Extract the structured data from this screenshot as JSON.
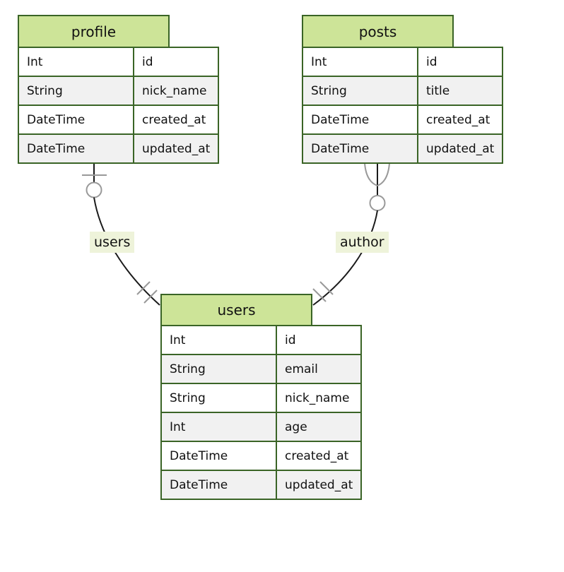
{
  "colors": {
    "entity_header_fill": "#cde498",
    "entity_border": "#3a6426",
    "row_fill": "#ffffff",
    "row_alt_fill": "#f1f1f1",
    "relationship_line": "#1a1a1a",
    "cardinality_marker": "#999999",
    "relationship_label_bg": "#eef3da",
    "text": "#111111"
  },
  "diagram": {
    "entities": [
      {
        "name": "profile",
        "attributes": [
          {
            "type": "Int",
            "name": "id"
          },
          {
            "type": "String",
            "name": "nick_name"
          },
          {
            "type": "DateTime",
            "name": "created_at"
          },
          {
            "type": "DateTime",
            "name": "updated_at"
          }
        ]
      },
      {
        "name": "posts",
        "attributes": [
          {
            "type": "Int",
            "name": "id"
          },
          {
            "type": "String",
            "name": "title"
          },
          {
            "type": "DateTime",
            "name": "created_at"
          },
          {
            "type": "DateTime",
            "name": "updated_at"
          }
        ]
      },
      {
        "name": "users",
        "attributes": [
          {
            "type": "Int",
            "name": "id"
          },
          {
            "type": "String",
            "name": "email"
          },
          {
            "type": "String",
            "name": "nick_name"
          },
          {
            "type": "Int",
            "name": "age"
          },
          {
            "type": "DateTime",
            "name": "created_at"
          },
          {
            "type": "DateTime",
            "name": "updated_at"
          }
        ]
      }
    ],
    "relationships": [
      {
        "label": "users",
        "from_entity": "users",
        "to_entity": "profile",
        "from_marker": "one-and-only-one",
        "to_marker": "zero-or-one"
      },
      {
        "label": "author",
        "from_entity": "users",
        "to_entity": "posts",
        "from_marker": "one-and-only-one",
        "to_marker": "zero-or-many"
      }
    ]
  }
}
